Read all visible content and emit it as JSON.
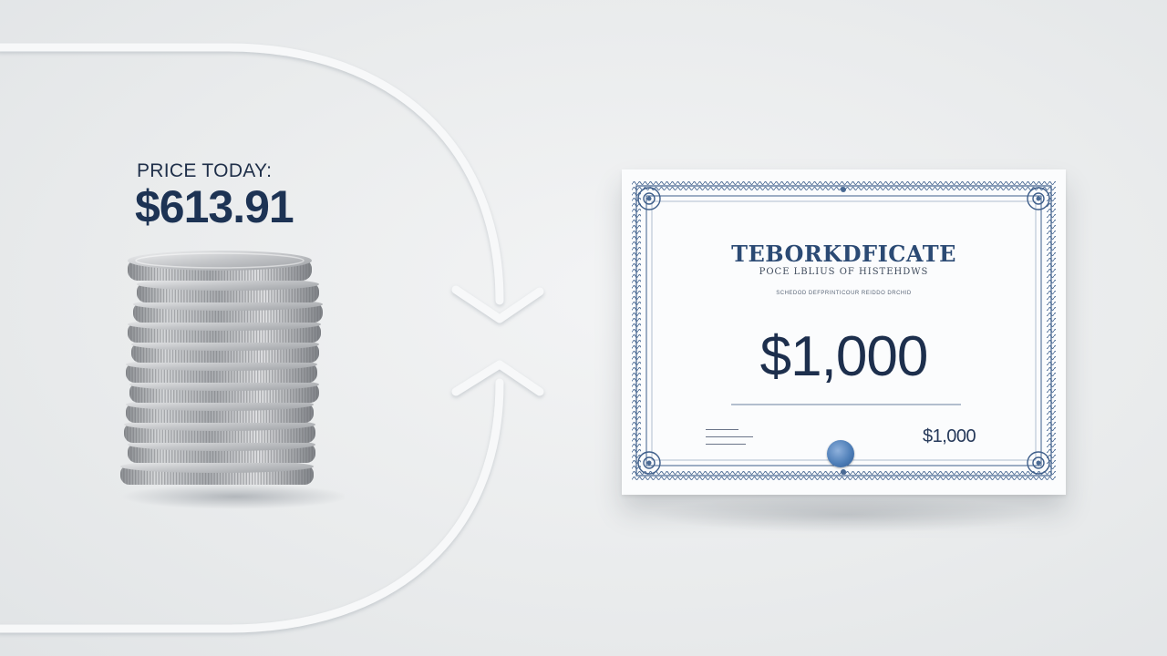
{
  "price": {
    "label": "PRICE TODAY:",
    "value": "$613.91"
  },
  "certificate": {
    "title": "TEBORKDFICATE",
    "subtitle": "POCE LBLIUS OF HISTEHDWS",
    "fine_print": "SCHEDOD DEFPRINTICOUR REIDDO DRCHID",
    "face_amount": "$1,000",
    "corner_amount": "$1,000"
  },
  "icons": [
    "coin-stack-icon",
    "flow-arrow-icon",
    "seal-icon"
  ],
  "colors": {
    "background": "#eceeef",
    "text_navy": "#1d3354",
    "border_blue": "#4a6a94",
    "seal_blue": "#4f7fb8",
    "coin_silver": "#b9bbbd"
  }
}
